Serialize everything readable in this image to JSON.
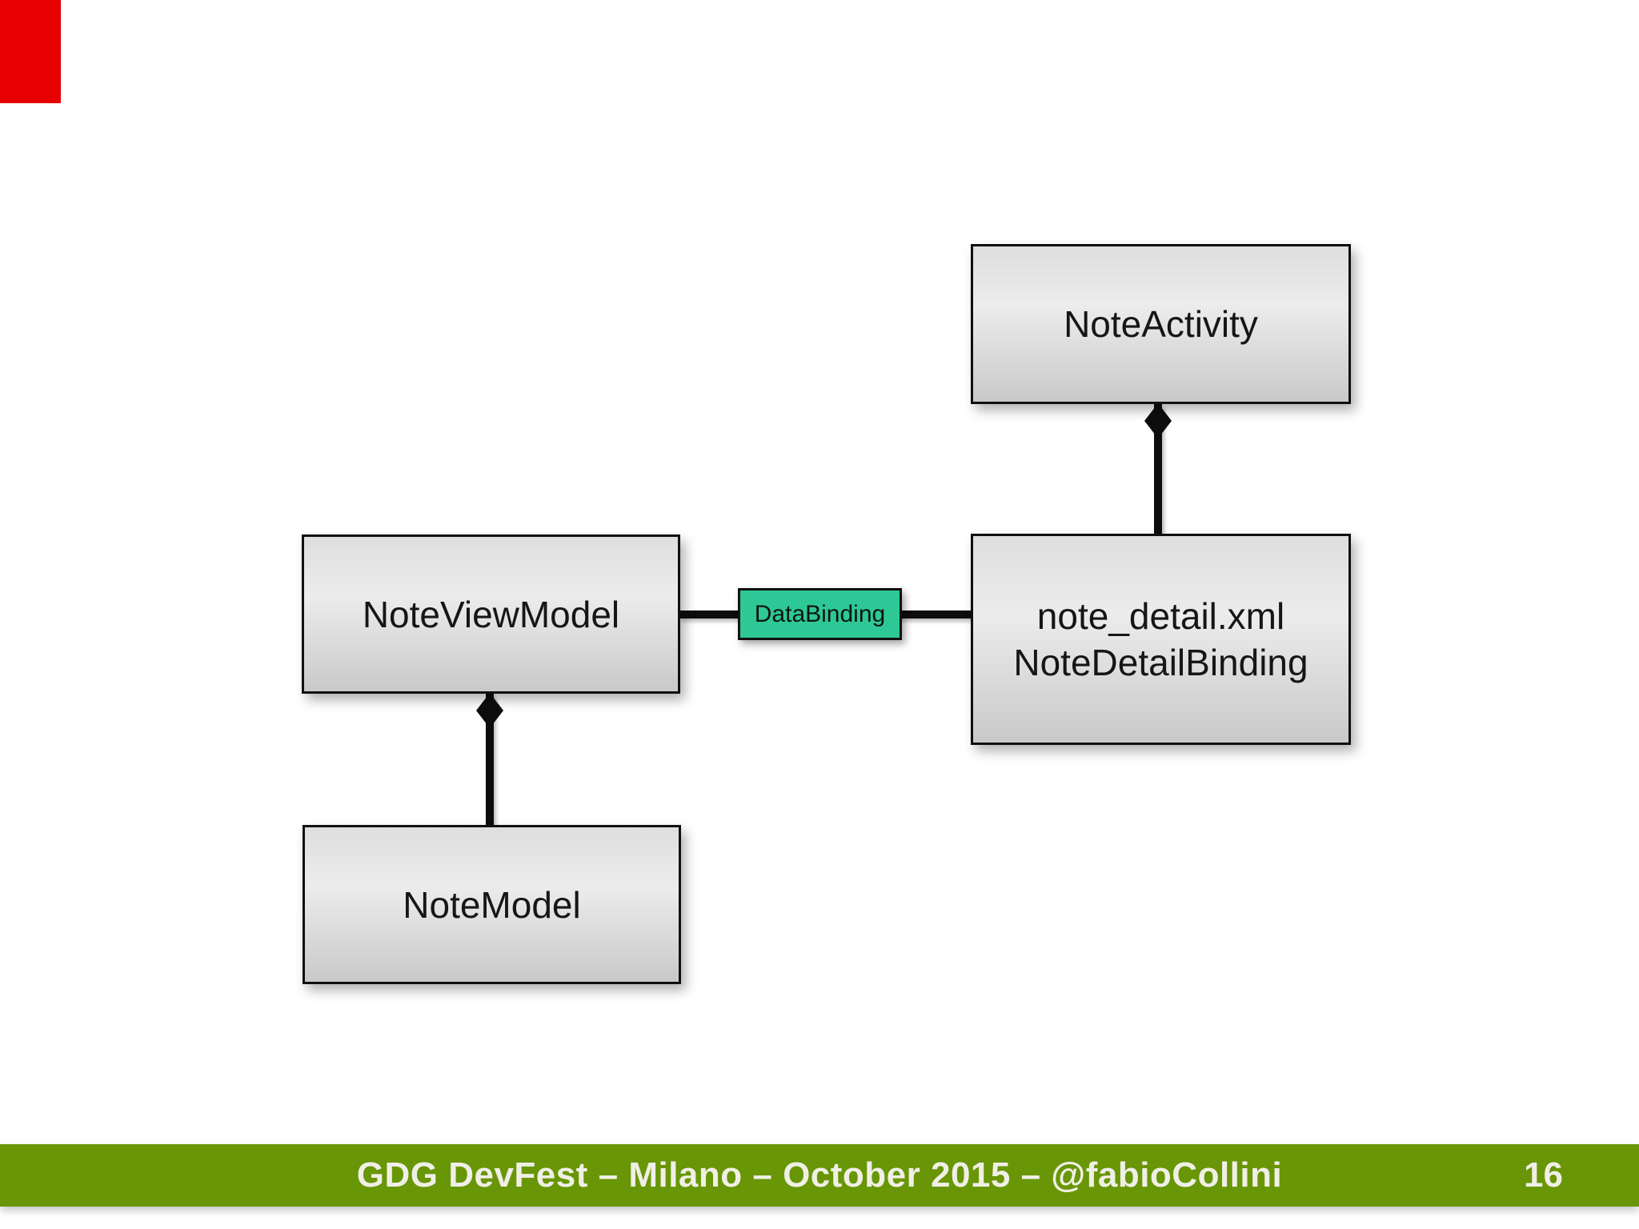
{
  "slide": {
    "background_color": "#ffffff",
    "red_marker_color": "#e60000"
  },
  "diagram": {
    "nodes": {
      "noteActivity": {
        "label": "NoteActivity"
      },
      "noteDetail": {
        "line1": "note_detail.xml",
        "line2": "NoteDetailBinding"
      },
      "noteViewModel": {
        "label": "NoteViewModel"
      },
      "noteModel": {
        "label": "NoteModel"
      }
    },
    "edge_label": {
      "text": "DataBinding",
      "fill_color": "#2ec896"
    },
    "edge_color": "#0d0d0d",
    "box_border_color": "#101010"
  },
  "footer": {
    "text": "GDG DevFest – Milano – October 2015 – @fabioCollini",
    "page_number": "16",
    "background_color": "#689606",
    "text_color": "#f0efe6"
  }
}
